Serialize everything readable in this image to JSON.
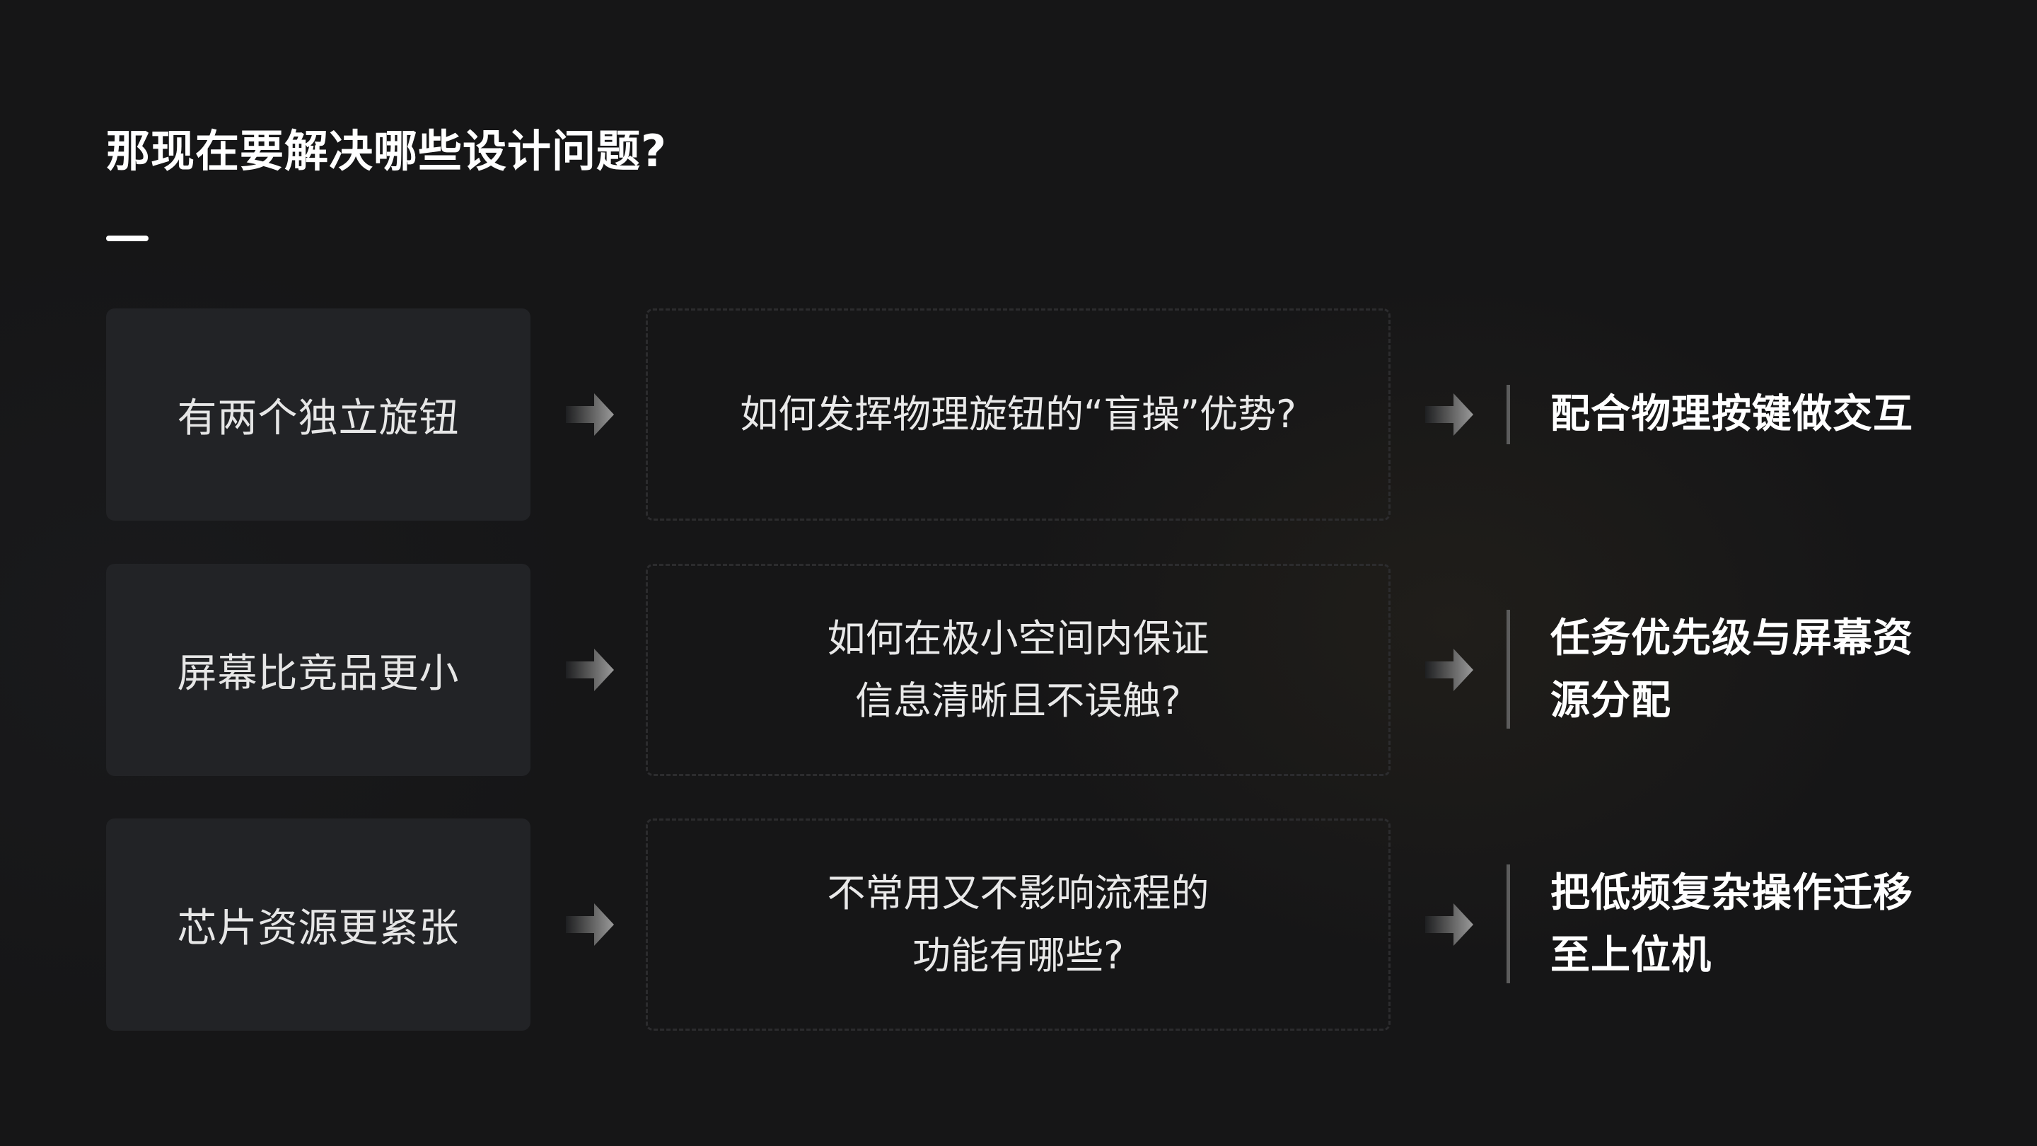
{
  "title": "那现在要解决哪些设计问题?",
  "colors": {
    "background": "#161617",
    "card": "#222326",
    "dashed_border": "#2c2c2e",
    "divider": "#5c5c5c",
    "text_primary": "#ffffff",
    "text_secondary": "#e6e6e6"
  },
  "rows": [
    {
      "problem": "有两个独立旋钮",
      "arrow_icon": "gradient-right-arrow",
      "question": "如何发挥物理旋钮的“盲操”优势?",
      "solution": "配合物理按键做交互"
    },
    {
      "problem": "屏幕比竞品更小",
      "arrow_icon": "gradient-right-arrow",
      "question": "如何在极小空间内保证\n信息清晰且不误触?",
      "solution": "任务优先级与屏幕资\n源分配"
    },
    {
      "problem": "芯片资源更紧张",
      "arrow_icon": "gradient-right-arrow",
      "question": "不常用又不影响流程的\n功能有哪些?",
      "solution": "把低频复杂操作迁移\n至上位机"
    }
  ]
}
